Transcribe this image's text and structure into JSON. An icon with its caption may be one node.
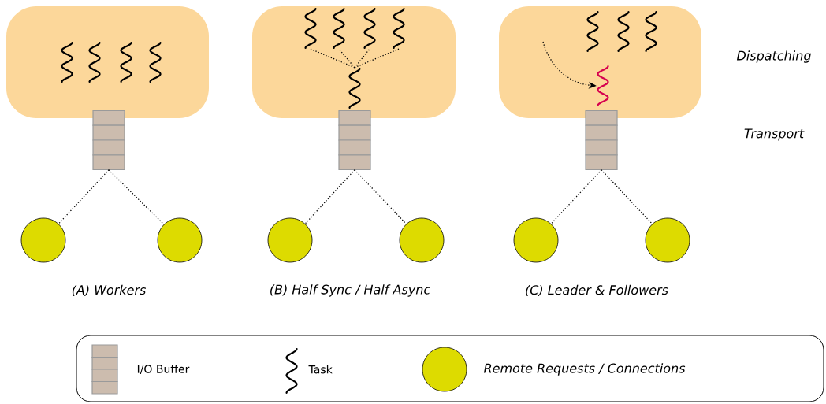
{
  "diagram": {
    "nodes": [
      {
        "text": [],
        "shape": "box"
      },
      {
        "text": [],
        "shape": "bar"
      },
      {
        "text": [],
        "shape": "circle"
      },
      {
        "text": [],
        "shape": "circle"
      },
      {
        "text": [],
        "shape": "box"
      },
      {
        "text": [],
        "shape": "squiggle",
        "in": 4
      },
      {
        "text": [],
        "shape": "squiggle",
        "in": 4
      },
      {
        "text": [],
        "shape": "squiggle",
        "in": 4
      },
      {
        "text": [],
        "shape": "squiggle",
        "in": 4
      },
      {
        "text": [],
        "shape": "squiggle",
        "in": 4
      },
      {
        "text": [],
        "shape": "bar"
      },
      {
        "text": [],
        "shape": "circle"
      },
      {
        "text": [],
        "shape": "circle"
      },
      {
        "text": [],
        "shape": "box"
      },
      {
        "text": [],
        "shape": "squiggle",
        "in": 13
      },
      {
        "text": [],
        "shape": "bar"
      },
      {
        "text": [],
        "shape": "circle"
      },
      {
        "text": [],
        "shape": "circle"
      }
    ],
    "edges": [
      {
        "from": 1,
        "to": 2,
        "arrow": "none"
      },
      {
        "from": 1,
        "to": 3,
        "arrow": "none"
      },
      {
        "from": 9,
        "to": 5,
        "arrow": "none"
      },
      {
        "from": 9,
        "to": 6,
        "arrow": "none"
      },
      {
        "from": 9,
        "to": 7,
        "arrow": "none"
      },
      {
        "from": 9,
        "to": 8,
        "arrow": "none"
      },
      {
        "from": 10,
        "to": 11,
        "arrow": "none"
      },
      {
        "from": 10,
        "to": 12,
        "arrow": "none"
      },
      {
        "from": null,
        "to": 14,
        "arrow": "to"
      },
      {
        "from": 15,
        "to": 16,
        "arrow": "none"
      },
      {
        "from": 15,
        "to": 17,
        "arrow": "none"
      }
    ],
    "labels": [
      "Dispatching",
      "Transport",
      "(A) Workers",
      "(B) Half Sync / Half Async",
      "(C) Leader & Followers"
    ],
    "legend": [
      {
        "text": "I/O Buffer"
      },
      {
        "text": "Task"
      },
      {
        "text": "Remote Requests / Connections"
      }
    ]
  }
}
